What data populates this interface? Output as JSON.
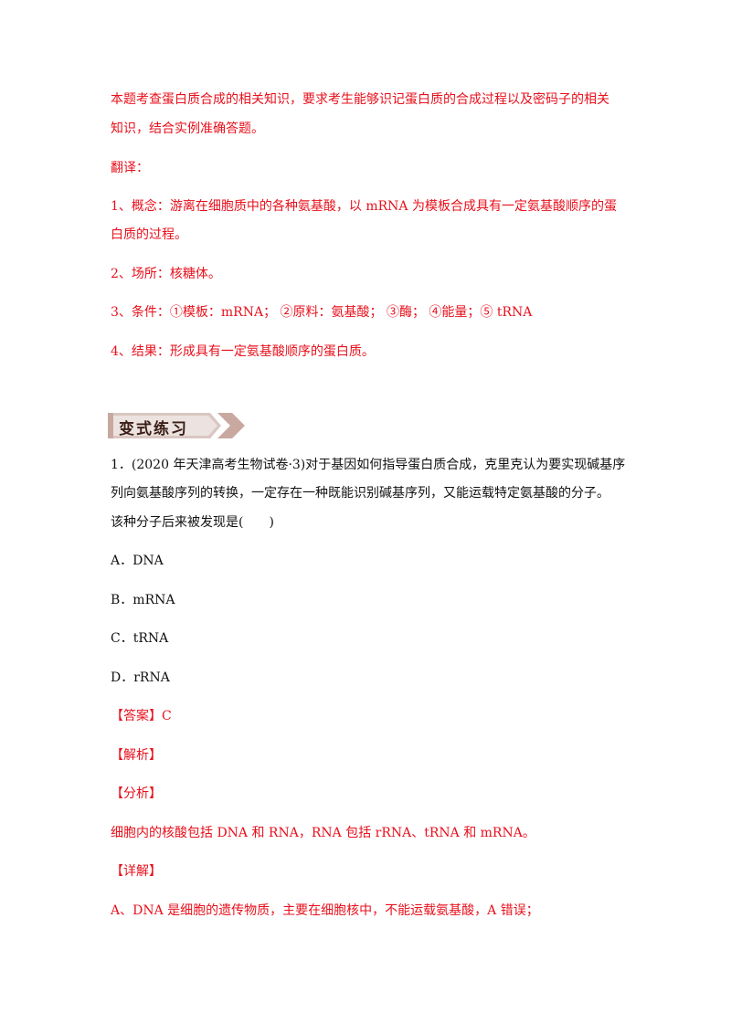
{
  "intro": {
    "line1": "本题考查蛋白质合成的相关知识，要求考生能够识记蛋白质的合成过程以及密码子的相关",
    "line2": "知识，结合实例准确答题。"
  },
  "translation": {
    "heading": "翻译：",
    "item1_line1": "1、概念：游离在细胞质中的各种氨基酸，以 mRNA 为模板合成具有一定氨基酸顺序的蛋",
    "item1_line2": "白质的过程。",
    "item2": "2、场所：核糖体。",
    "item3": "3、条件：①模板：mRNA；   ②原料：氨基酸；   ③酶；   ④能量；⑤ tRNA",
    "item4": "4、结果：形成具有一定氨基酸顺序的蛋白质。"
  },
  "banner": {
    "label": "变式练习"
  },
  "question": {
    "line1": "1．(2020 年天津高考生物试卷·3)对于基因如何指导蛋白质合成，克里克认为要实现碱基序",
    "line2": "列向氨基酸序列的转换，一定存在一种既能识别碱基序列，又能运载特定氨基酸的分子。",
    "line3": "该种分子后来被发现是(　　)",
    "options": [
      "A．DNA",
      "B．mRNA",
      "C．tRNA",
      "D．rRNA"
    ]
  },
  "answer": {
    "label": "【答案】C"
  },
  "analysis": {
    "jiexi": "【解析】",
    "fenxi": "【分析】",
    "fenxi_text": "细胞内的核酸包括 DNA 和 RNA，RNA 包括 rRNA、tRNA 和 mRNA。",
    "xiangjie": "【详解】",
    "xiangjie_a": "A、DNA 是细胞的遗传物质，主要在细胞核中，不能运载氨基酸，A 错误；"
  }
}
